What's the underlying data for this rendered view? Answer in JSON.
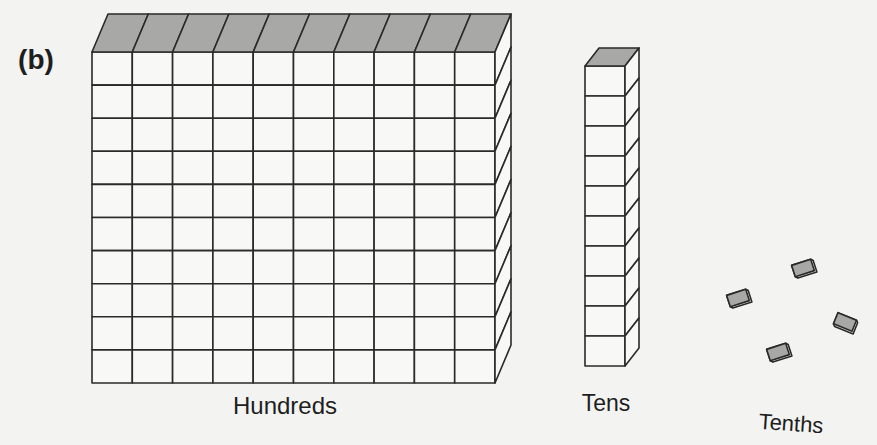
{
  "diagram": {
    "labels": [
      "(b)",
      "Hundreds",
      "Tens",
      "Tenths"
    ]
  }
}
